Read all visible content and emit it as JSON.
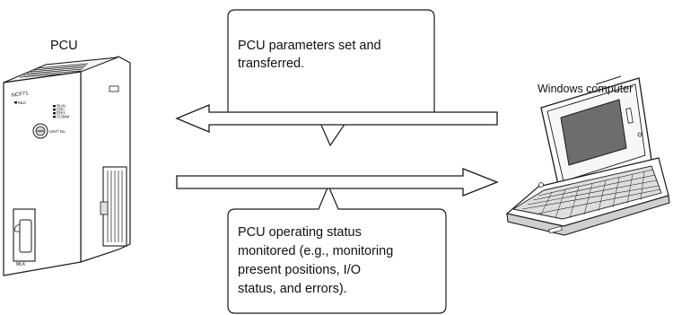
{
  "devices": {
    "pcu_label": "PCU",
    "computer_label": "Windows computer",
    "pcu_model_text": "NCF71",
    "pcu_mlk_top": "MLK",
    "pcu_mlk_port": "MLK",
    "pcu_leds": [
      "RUN",
      "ERC",
      "ERH",
      "COMM"
    ],
    "pcu_unit_no": "UNIT No."
  },
  "callouts": {
    "top_line1": "PCU parameters set and",
    "top_line2": "transferred.",
    "bottom_line1": "PCU operating status",
    "bottom_line2": "monitored (e.g., monitoring",
    "bottom_line3": "present positions, I/O",
    "bottom_line4": "status, and errors)."
  },
  "arrows": [
    {
      "direction": "left",
      "meaning": "parameters transferred from computer to PCU"
    },
    {
      "direction": "right",
      "meaning": "operating status monitored from PCU by computer"
    }
  ],
  "colors": {
    "line": "#1a1a1a",
    "fill": "#ffffff",
    "screen": "#6d6d6d",
    "shade": "#cfcfcf"
  }
}
